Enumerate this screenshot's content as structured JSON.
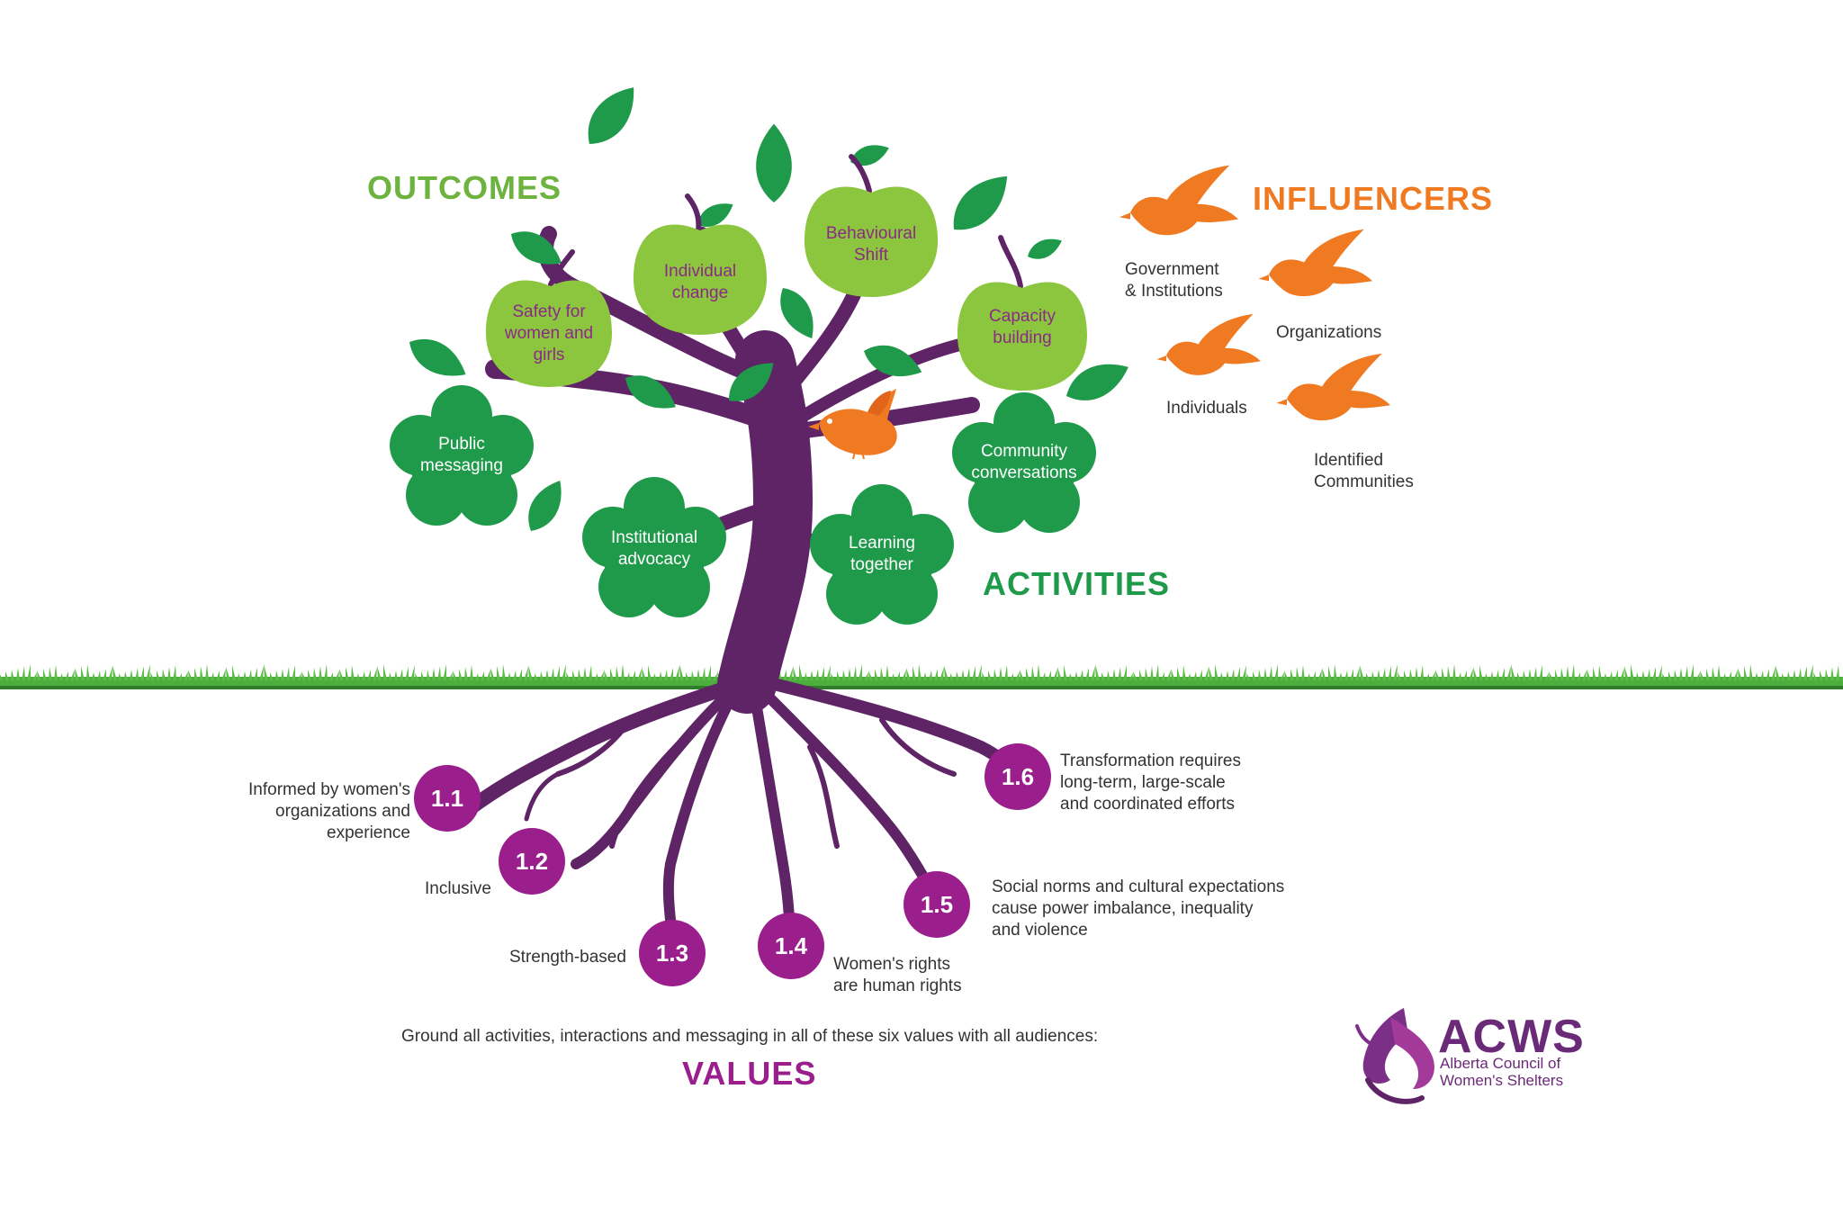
{
  "headings": {
    "outcomes": "OUTCOMES",
    "influencers": "INFLUENCERS",
    "activities": "ACTIVITIES",
    "values": "VALUES"
  },
  "outcomes": [
    {
      "lines": [
        "Safety for",
        "women and",
        "girls"
      ]
    },
    {
      "lines": [
        "Individual",
        "change"
      ]
    },
    {
      "lines": [
        "Behavioural",
        "Shift"
      ]
    },
    {
      "lines": [
        "Capacity",
        "building"
      ]
    }
  ],
  "activities": [
    {
      "lines": [
        "Public",
        "messaging"
      ]
    },
    {
      "lines": [
        "Institutional",
        "advocacy"
      ]
    },
    {
      "lines": [
        "Learning",
        "together"
      ]
    },
    {
      "lines": [
        "Community",
        "conversations"
      ]
    }
  ],
  "influencers": [
    {
      "lines": [
        "Government",
        "& Institutions"
      ]
    },
    {
      "lines": [
        "Organizations"
      ]
    },
    {
      "lines": [
        "Individuals"
      ]
    },
    {
      "lines": [
        "Identified",
        "Communities"
      ]
    }
  ],
  "values": [
    {
      "number": "1.1",
      "lines": [
        "Informed by women's",
        "organizations and",
        "experience"
      ]
    },
    {
      "number": "1.2",
      "lines": [
        "Inclusive"
      ]
    },
    {
      "number": "1.3",
      "lines": [
        "Strength-based"
      ]
    },
    {
      "number": "1.4",
      "lines": [
        "Women's rights",
        "are human rights"
      ]
    },
    {
      "number": "1.5",
      "lines": [
        "Social norms and cultural expectations",
        "cause power imbalance, inequality",
        "and violence"
      ]
    },
    {
      "number": "1.6",
      "lines": [
        "Transformation requires",
        "long-term, large-scale",
        "and  coordinated efforts"
      ]
    }
  ],
  "instruction": "Ground all activities, interactions and messaging in all of these six values with all audiences:",
  "logo": {
    "acronym": "ACWS",
    "name_lines": [
      "Alberta Council of",
      "Women's Shelters"
    ]
  },
  "colors": {
    "outcomes_heading": "#6db33f",
    "activities_heading": "#1f9a4a",
    "influencers_heading": "#f07a22",
    "values_heading": "#9a1f8c",
    "trunk": "#5e2466",
    "apple": "#8cc63f",
    "flower": "#1f9a4a",
    "leaf": "#1f9a4a",
    "bird": "#f07a22",
    "value_circle": "#9a1f8c",
    "grass": "#4cae3c"
  }
}
